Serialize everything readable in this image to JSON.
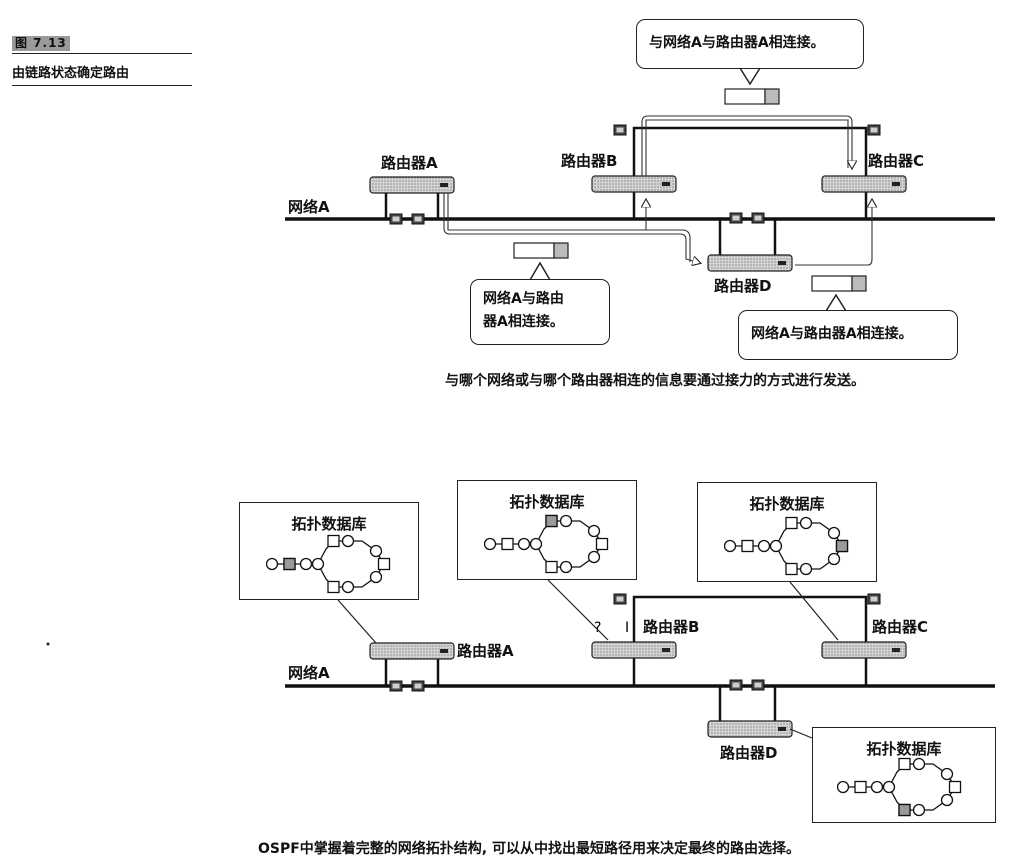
{
  "figure": {
    "tag": "图 7.13",
    "title": "由链路状态确定路由"
  },
  "top_diagram": {
    "network_label": "网络A",
    "routers": {
      "a": "路由器A",
      "b": "路由器B",
      "c": "路由器C",
      "d": "路由器D"
    },
    "bubbles": {
      "top": "与网络A与路由器A相连接。",
      "left_line1": "网络A与路由",
      "left_line2": "器A相连接。",
      "right": "网络A与路由器A相连接。"
    },
    "caption": "与哪个网络或与哪个路由器相连的信息要通过接力的方式进行发送。"
  },
  "bottom_diagram": {
    "network_label": "网络A",
    "routers": {
      "a": "路由器A",
      "b": "路由器B",
      "c": "路由器C",
      "d": "路由器D"
    },
    "database_title": "拓扑数据库",
    "caption": "OSPF中掌握着完整的网络拓扑结构, 可以从中找出最短路径用来决定最终的路由选择。"
  },
  "colors": {
    "line": "#111111",
    "router_fill": "#c8c8c8",
    "shaded_node": "#9a9a9a"
  }
}
